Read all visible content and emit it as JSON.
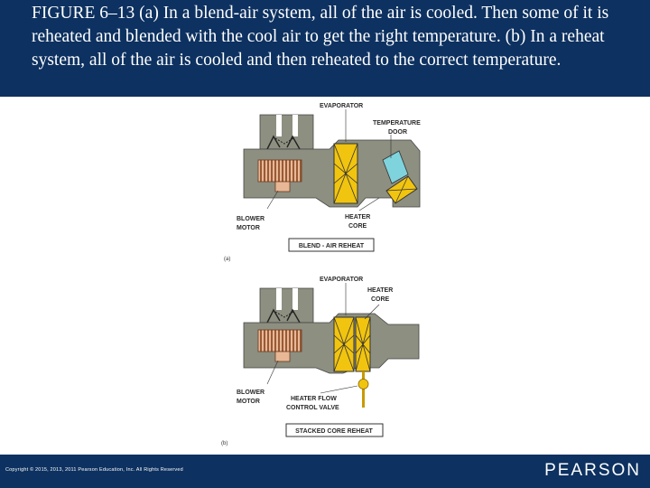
{
  "title": "FIGURE 6–13  (a) In a blend-air system, all of the air is cooled. Then some of it is reheated and blended with the cool air to get the right temperature. (b) In a reheat system, all of the air is cooled and then reheated to the correct temperature.",
  "diagram_a": {
    "evaporator": "EVAPORATOR",
    "temp_door_line1": "TEMPERATURE",
    "temp_door_line2": "DOOR",
    "blower_line1": "BLOWER",
    "blower_line2": "MOTOR",
    "heater_line1": "HEATER",
    "heater_line2": "CORE",
    "caption": "BLEND - AIR REHEAT",
    "sublabel": "(a)"
  },
  "diagram_b": {
    "evaporator": "EVAPORATOR",
    "heater_line1": "HEATER",
    "heater_line2": "CORE",
    "blower_line1": "BLOWER",
    "blower_line2": "MOTOR",
    "valve_line1": "HEATER FLOW",
    "valve_line2": "CONTROL VALVE",
    "caption": "STACKED CORE REHEAT",
    "sublabel": "(b)"
  },
  "footer": {
    "copyright": "Copyright © 2015, 2013, 2011 Pearson Education, Inc. All Rights Reserved",
    "brand": "PEARSON"
  },
  "colors": {
    "header_bg": "#0d3160",
    "duct": "#8d8f80",
    "core": "#f1c40f",
    "door": "#7fd3dd"
  }
}
